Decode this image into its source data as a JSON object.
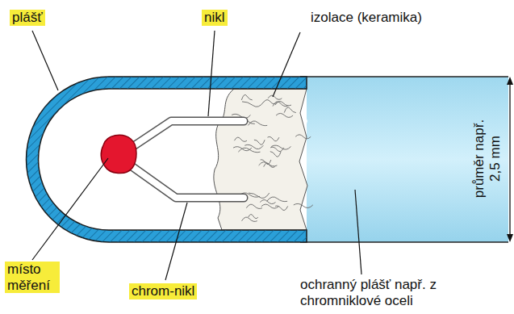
{
  "diagram": {
    "labels": [
      "plášť",
      "nikl",
      "izolace (keramika)",
      "průměr např. 2,5 mm",
      "místo měření",
      "chrom-nikl",
      "ochranný plášť např. z chromniklové oceli"
    ]
  }
}
